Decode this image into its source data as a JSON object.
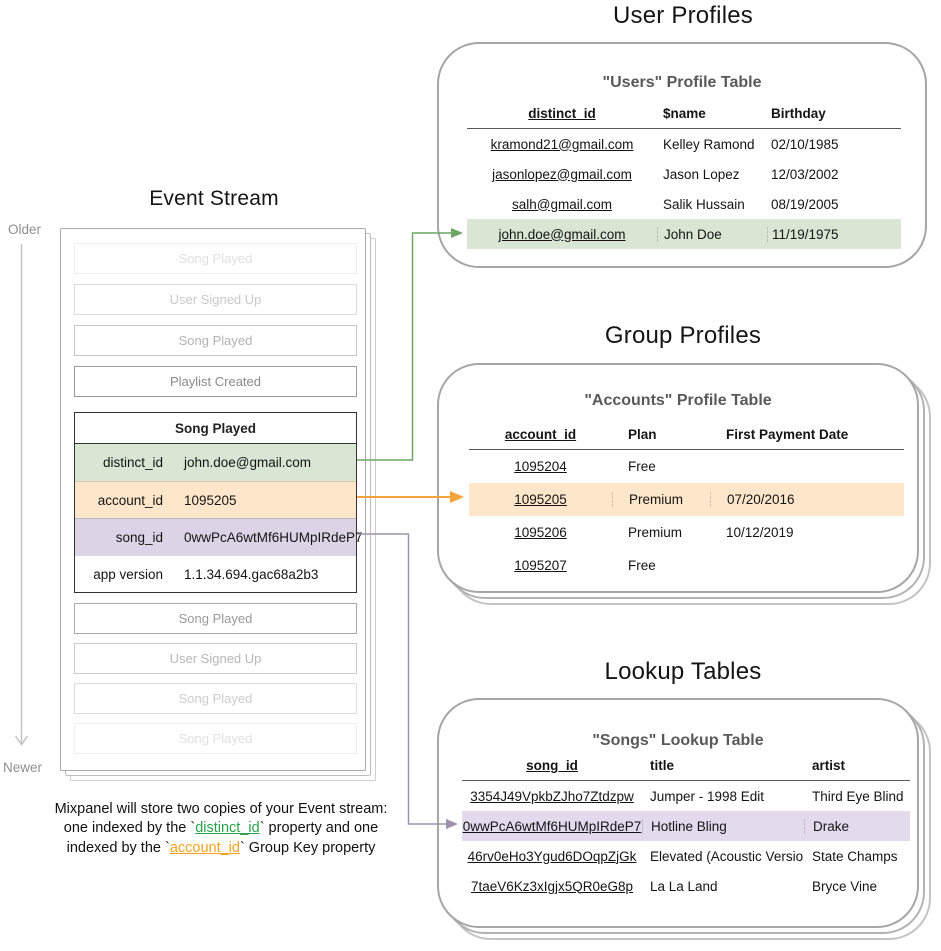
{
  "sections": {
    "event_stream": {
      "title": "Event Stream",
      "older_label": "Older",
      "newer_label": "Newer",
      "events_before": [
        {
          "label": "Song Played",
          "text_color": "#e0e0e0",
          "border_color": "#eeeeee"
        },
        {
          "label": "User Signed Up",
          "text_color": "#c9c9c9",
          "border_color": "#dcdcdc"
        },
        {
          "label": "Song Played",
          "text_color": "#b3b3b3",
          "border_color": "#c6c6c6"
        },
        {
          "label": "Playlist Created",
          "text_color": "#8a8a8a",
          "border_color": "#9c9c9c"
        }
      ],
      "expanded_event": {
        "title": "Song Played",
        "properties": [
          {
            "key": "distinct_id",
            "value": "john.doe@gmail.com",
            "bg": "#d8e6d3"
          },
          {
            "key": "account_id",
            "value": "1095205",
            "bg": "#fde6c9"
          },
          {
            "key": "song_id",
            "value": "0wwPcA6wtMf6HUMpIRdeP7",
            "bg": "#ddd3e6"
          },
          {
            "key": "app version",
            "value": "1.1.34.694.gac68a2b3",
            "bg": "#ffffff"
          }
        ]
      },
      "events_after": [
        {
          "label": "Song Played",
          "text_color": "#999999",
          "border_color": "#ababab"
        },
        {
          "label": "User Signed Up",
          "text_color": "#b7b7b7",
          "border_color": "#c9c9c9"
        },
        {
          "label": "Song Played",
          "text_color": "#cdcdcd",
          "border_color": "#dddddd"
        },
        {
          "label": "Song Played",
          "text_color": "#e1e1e1",
          "border_color": "#efefef"
        }
      ]
    },
    "user_profiles": {
      "title": "User Profiles",
      "table_title": "\"Users\" Profile Table",
      "columns": [
        "distinct_id",
        "$name",
        "Birthday"
      ],
      "rows": [
        [
          "kramond21@gmail.com",
          "Kelley Ramond",
          "02/10/1985"
        ],
        [
          "jasonlopez@gmail.com",
          "Jason Lopez",
          "12/03/2002"
        ],
        [
          "salh@gmail.com",
          "Salik Hussain",
          "08/19/2005"
        ],
        [
          "john.doe@gmail.com",
          "John Doe",
          "11/19/1975"
        ]
      ],
      "highlight_row": 3,
      "highlight_color": "#d8e6d3"
    },
    "group_profiles": {
      "title": "Group Profiles",
      "table_title": "\"Accounts\" Profile Table",
      "columns": [
        "account_id",
        "Plan",
        "First Payment Date"
      ],
      "rows": [
        [
          "1095204",
          "Free",
          ""
        ],
        [
          "1095205",
          "Premium",
          "07/20/2016"
        ],
        [
          "1095206",
          "Premium",
          "10/12/2019"
        ],
        [
          "1095207",
          "Free",
          ""
        ]
      ],
      "highlight_row": 1,
      "highlight_color": "#fde6c9"
    },
    "lookup_tables": {
      "title": "Lookup Tables",
      "table_title": "\"Songs\" Lookup Table",
      "columns": [
        "song_id",
        "title",
        "artist"
      ],
      "rows": [
        [
          "3354J49VpkbZJho7Ztdzpw",
          "Jumper - 1998 Edit",
          "Third Eye Blind"
        ],
        [
          "0wwPcA6wtMf6HUMpIRdeP7",
          "Hotline Bling",
          "Drake"
        ],
        [
          "46rv0eHo3Ygud6DOqpZjGk",
          "Elevated (Acoustic Version)",
          "State Champs"
        ],
        [
          "7taeV6Kz3xIgjx5QR0eG8p",
          "La La Land",
          "Bryce Vine"
        ]
      ],
      "highlight_row": 1,
      "highlight_color": "#e4daed"
    }
  },
  "caption": {
    "line1": "Mixpanel will store two copies of your Event stream:",
    "line2_pre": "one indexed by the `",
    "line2_key": "distinct_id",
    "line2_post": "` property and one",
    "line3_pre": "indexed by the `",
    "line3_key": "account_id",
    "line3_post": "` Group Key property",
    "distinct_id_color": "#2aa14b",
    "account_id_color": "#f6a21e"
  },
  "arrows": {
    "distinct_id_arrow_color": "#6ca462",
    "account_id_arrow_color": "#f4a43b",
    "song_id_arrow_color": "#9e92ab",
    "timeline_color": "#c3c3c3"
  }
}
